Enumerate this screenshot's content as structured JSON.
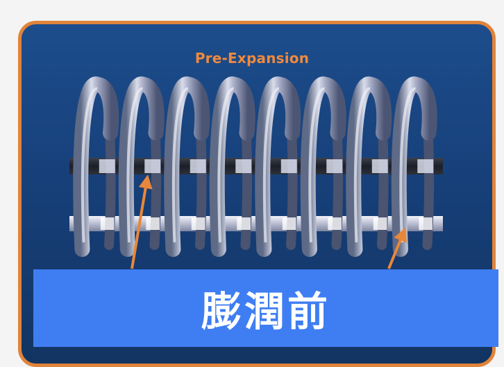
{
  "diagram": {
    "title": "Pre-Expansion",
    "caption": "膨潤前",
    "coil_count": 8,
    "colors": {
      "panel_border": "#e0843a",
      "panel_background": "#1c4d8c",
      "title_text": "#ee8a3e",
      "pointer_arrow": "#e8873a",
      "caption_background": "#3f7ef2",
      "caption_text": "#ffffff"
    }
  }
}
